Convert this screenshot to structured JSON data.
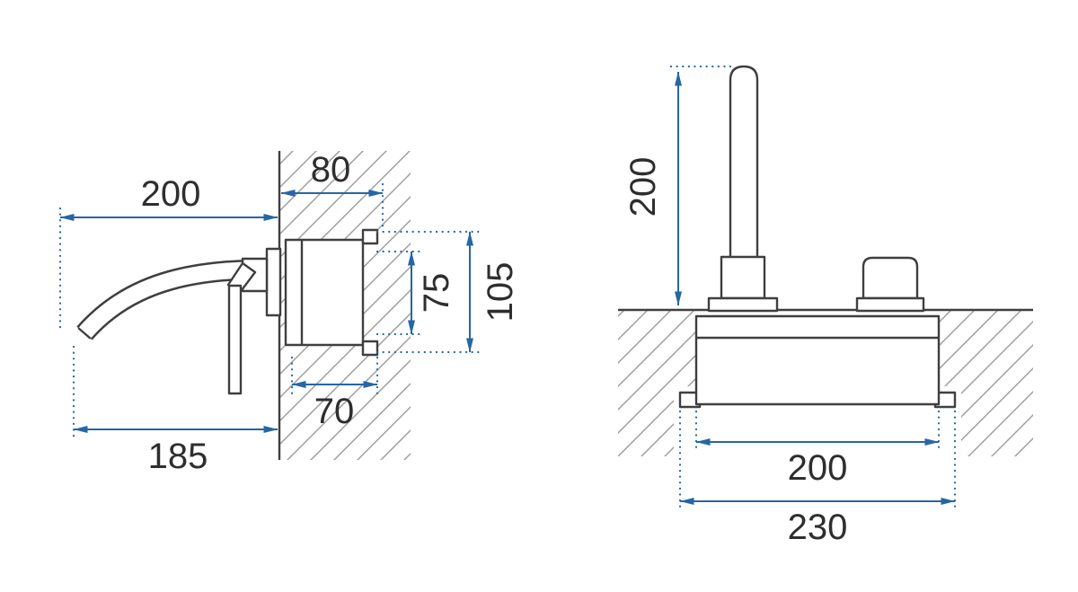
{
  "colors": {
    "dimension": "#2666a5",
    "outline": "#3f3f3f",
    "hatch": "#9c9c9c",
    "label": "#2e2e2e",
    "background": "#ffffff"
  },
  "side_view": {
    "dims": {
      "spout_reach_top": "200",
      "wall_depth": "80",
      "cartridge_height": "75",
      "box_height": "105",
      "box_depth": "70",
      "spout_reach_bottom": "185"
    }
  },
  "front_view": {
    "dims": {
      "spout_height": "200",
      "body_width": "200",
      "total_width": "230"
    }
  }
}
